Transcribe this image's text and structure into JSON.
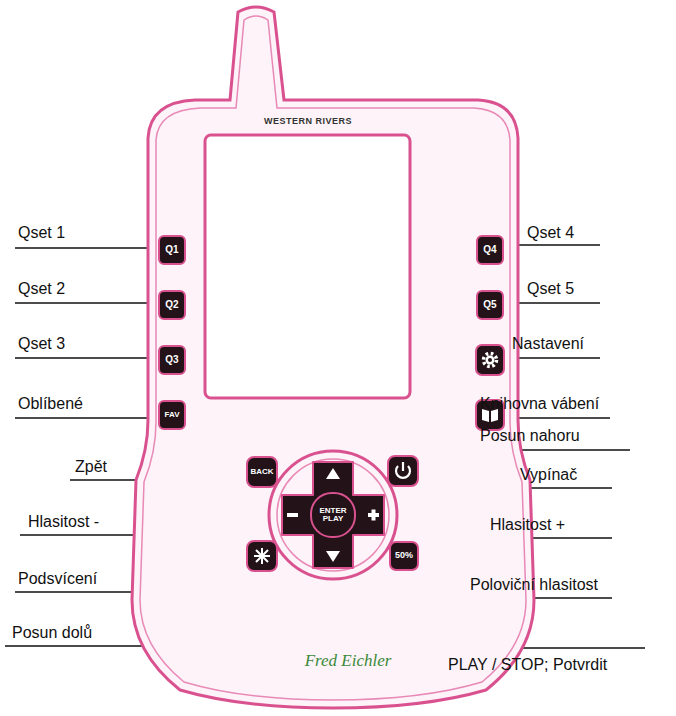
{
  "diagram": {
    "nodes": [
      {
        "text": [
          "Q1"
        ]
      },
      {
        "text": [
          "Q4"
        ]
      },
      {
        "text": [
          "Q2"
        ]
      },
      {
        "text": [
          "Q5"
        ]
      },
      {
        "text": [
          "Q3"
        ]
      },
      {
        "text": [
          "FAV"
        ]
      },
      {
        "text": [
          "BACK"
        ]
      },
      {
        "text": [
          "ENTER PLAY"
        ]
      },
      {
        "text": [
          "50%"
        ]
      }
    ],
    "labels": [
      "Qset 1",
      "Qset 4",
      "Qset 2",
      "Qset 5",
      "Qset 3",
      "Nastavení",
      "Oblíbené",
      "Knihovna vábení",
      "Posun nahoru",
      "Zpět",
      "Vypínač",
      "Hlasitost -",
      "Hlasitost +",
      "Podsvícení",
      "Poloviční hlasitost",
      "Posun dolů",
      "PLAY / STOP; Potvrdit",
      "WESTERN RIVERS",
      "Fred Eichler"
    ]
  }
}
